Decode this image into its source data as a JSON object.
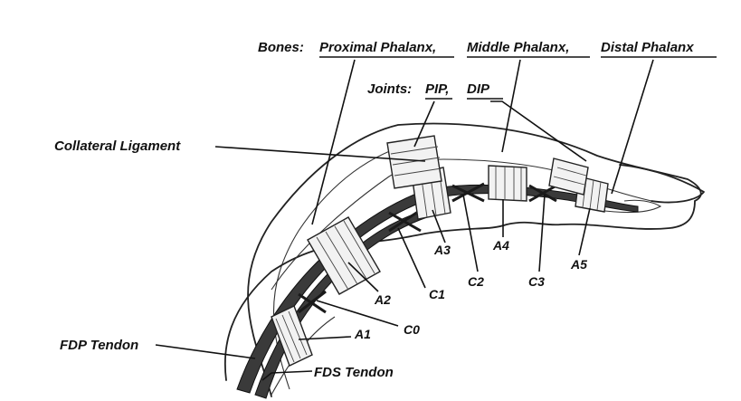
{
  "labels": {
    "bones_prefix": "Bones:",
    "proximal_phalanx": "Proximal Phalanx,",
    "middle_phalanx": "Middle Phalanx,",
    "distal_phalanx": "Distal Phalanx",
    "joints_prefix": "Joints:",
    "pip": "PIP,",
    "dip": "DIP",
    "collateral_ligament": "Collateral Ligament",
    "fdp_tendon": "FDP Tendon",
    "fds_tendon": "FDS Tendon",
    "pulleys": {
      "a1": "A1",
      "a2": "A2",
      "a3": "A3",
      "a4": "A4",
      "a5": "A5",
      "c0": "C0",
      "c1": "C1",
      "c2": "C2",
      "c3": "C3"
    }
  },
  "colors": {
    "ink": "#111111",
    "background": "#ffffff",
    "pulley_fill": "#f2f2f2",
    "tendon_fill": "#3a3a3a"
  }
}
